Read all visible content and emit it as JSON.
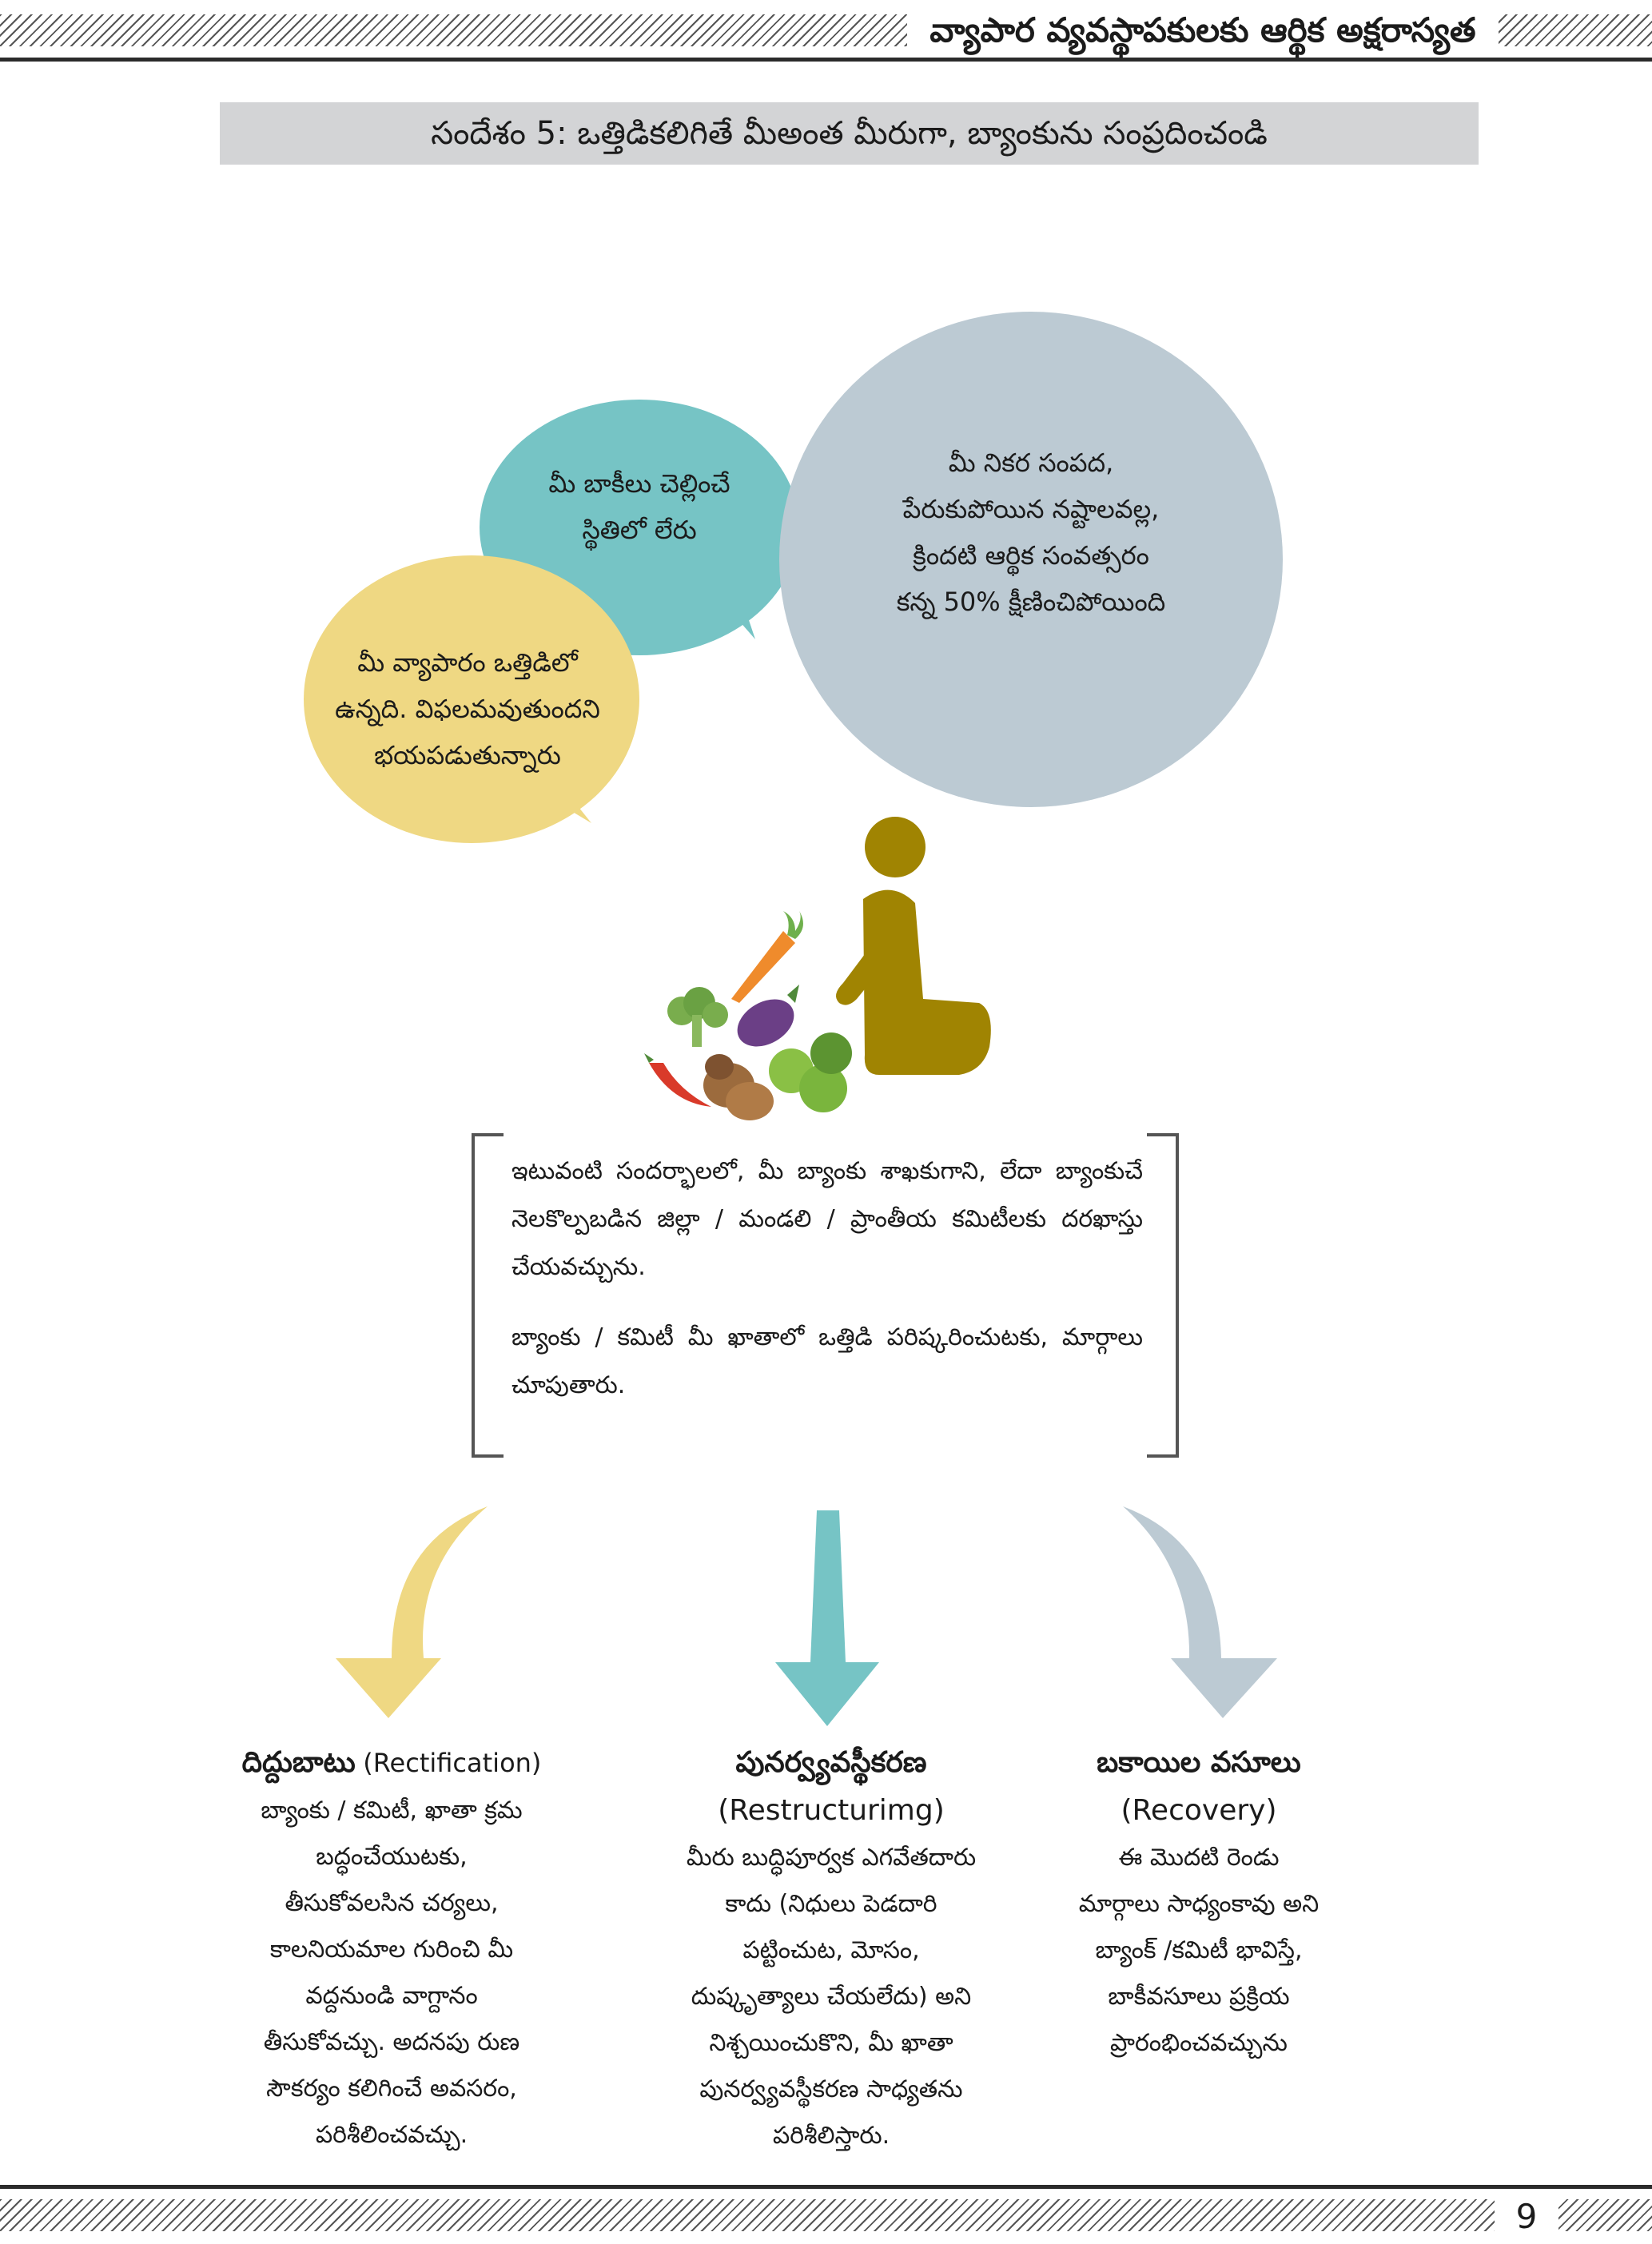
{
  "header": {
    "title": "వ్యాపార వ్యవస్థాపకులకు ఆర్థిక అక్షరాస్యత"
  },
  "banner": {
    "title": "సందేశం 5: ఒత్తిడికలిగితే మీఅంత మీరుగా, బ్యాంకును సంప్రదించండి"
  },
  "bubbles": {
    "yellow": [
      "మీ వ్యాపారం ఒత్తిడిలో",
      "ఉన్నది. విఫలమవుతుందని",
      "భయపడుతున్నారు"
    ],
    "teal": [
      "మీ బాకీలు చెల్లించే",
      "స్థితిలో లేరు"
    ],
    "grey": [
      "మీ నికర సంపద,",
      "పేరుకుపోయిన నష్టాలవల్ల,",
      "క్రిందటి ఆర్థిక సంవత్సరం",
      "కన్న 50% క్షీణించిపోయింది"
    ]
  },
  "bracket": {
    "paragraph1": "ఇటువంటి సందర్భాలలో, మీ బ్యాంకు శాఖకుగాని, లేదా బ్యాంకుచే నెలకొల్పబడిన జిల్లా / మండలి / ప్రాంతీయ కమిటీలకు దరఖాస్తు చేయవచ్చును.",
    "paragraph2": "బ్యాంకు / కమిటీ మీ ఖాతాలో ఒత్తిడి పరిష్కరించుటకు, మార్గాలు చూపుతారు."
  },
  "columns": [
    {
      "heading": "దిద్దుబాటు",
      "english": "(Rectification)",
      "lines": [
        "బ్యాంకు / కమిటీ, ఖాతా క్రమ",
        "బద్ధంచేయుటకు,",
        "తీసుకోవలసిన చర్యలు,",
        "కాలనియమాల గురించి మీ",
        "వద్దనుండి వాగ్దానం",
        "తీసుకోవచ్చు. అదనపు రుణ",
        "సౌకర్యం కలిగించే అవసరం,",
        "పరిశీలించవచ్చు."
      ]
    },
    {
      "heading": "పునర్వ్యవస్థీకరణ",
      "english": "(Restructurimg)",
      "lines": [
        "మీరు బుద్ధిపూర్వక ఎగవేతదారు",
        "కాదు (నిధులు పెడదారి",
        "పట్టించుట, మోసం,",
        "దుష్కృత్యాలు చేయలేదు) అని",
        "నిశ్చయించుకొని, మీ ఖాతా",
        "పునర్వ్యవస్థీకరణ సాధ్యతను",
        "పరిశీలిస్తారు."
      ]
    },
    {
      "heading": "బకాయిల వసూలు",
      "english": "(Recovery)",
      "lines": [
        "ఈ మొదటి రెండు",
        "మార్గాలు సాధ్యంకావు అని",
        "బ్యాంక్ /కమిటీ భావిస్తే,",
        "బాకీవసూలు ప్రక్రియ",
        "ప్రారంభించవచ్చును"
      ]
    }
  ],
  "page_number": "9",
  "colors": {
    "yellow": "#efd883",
    "teal": "#76c4c5",
    "grey": "#bccad3",
    "figure": "#a08402",
    "banner": "#d3d4d6"
  }
}
